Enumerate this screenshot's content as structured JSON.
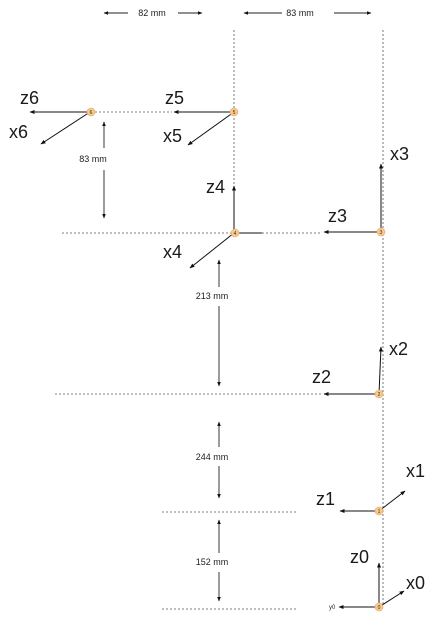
{
  "colors": {
    "joint_fill": "#f7c98e",
    "joint_stroke": "#e8a85a"
  },
  "dimensions": {
    "top_left": "82 mm",
    "top_right": "83 mm",
    "left_vertical": "83 mm",
    "d_213": "213 mm",
    "d_244": "244 mm",
    "d_152": "152 mm"
  },
  "frames": [
    {
      "id": "6",
      "z": "z6",
      "x": "x6"
    },
    {
      "id": "5",
      "z": "z5",
      "x": "x5"
    },
    {
      "id": "4",
      "z": "z4",
      "x": "x4"
    },
    {
      "id": "3",
      "z": "z3",
      "x": "x3"
    },
    {
      "id": "2",
      "z": "z2",
      "x": "x2"
    },
    {
      "id": "1",
      "z": "z1",
      "x": "x1"
    },
    {
      "id": "0",
      "z": "z0",
      "x": "x0",
      "y": "y0"
    }
  ]
}
